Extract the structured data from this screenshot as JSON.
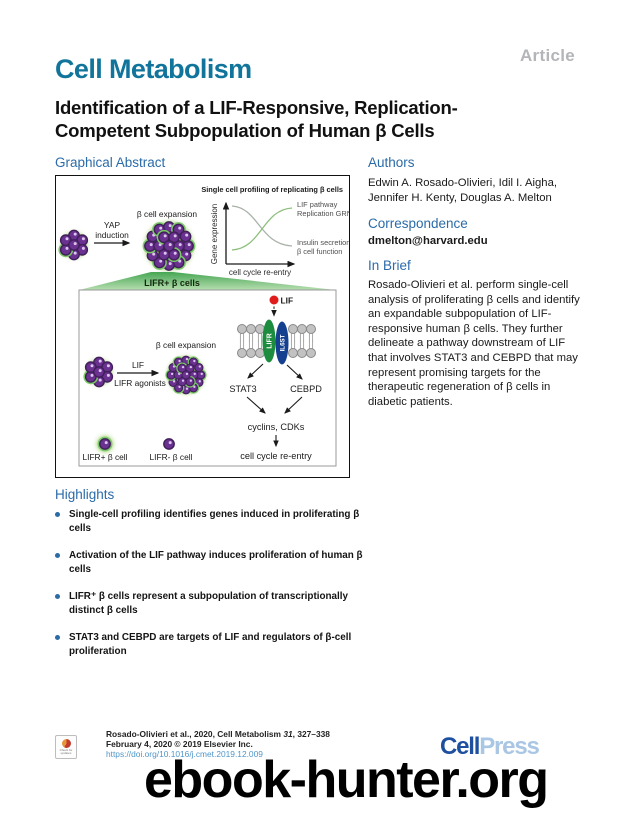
{
  "page": {
    "article_label": "Article",
    "journal": "Cell Metabolism",
    "title1": "Identification of a LIF-Responsive, Replication-",
    "title2": "Competent Subpopulation of Human β Cells"
  },
  "sections": {
    "graphical_abstract": "Graphical Abstract",
    "authors": "Authors",
    "correspondence": "Correspondence",
    "in_brief": "In Brief",
    "highlights": "Highlights"
  },
  "authors": [
    "Edwin A. Rosado-Olivieri, Idil I. Aigha,",
    "Jennifer H. Kenty, Douglas A. Melton"
  ],
  "correspondence": {
    "email": "dmelton@harvard.edu"
  },
  "in_brief": "Rosado-Olivieri et al. perform single-cell analysis of proliferating β cells and identify an expandable subpopulation of LIF-responsive human β cells. They further delineate a pathway downstream of LIF that involves STAT3 and CEBPD that may represent promising targets for the therapeutic regeneration of β cells in diabetic patients.",
  "highlights": [
    "Single-cell profiling identifies genes induced in proliferating β cells",
    "Activation of the LIF pathway induces proliferation of human β cells",
    "LIFR⁺ β cells represent a subpopulation of transcriptionally distinct β cells",
    "STAT3 and CEBPD are targets of LIF and regulators of β-cell proliferation"
  ],
  "ga": {
    "plot": {
      "title": "Single cell profiling of replicating β cells",
      "ylabel": "Gene expression",
      "xlabel": "cell cycle re-entry",
      "up1": "LIF pathway",
      "up2": "Replication GRNs",
      "down1": "Insulin secretion",
      "down2": "β cell function"
    },
    "yap1": "YAP",
    "yap2": "induction",
    "expansion_top": "β cell expansion",
    "banner": "LIFR+ β cells",
    "lif": "LIF",
    "receptor1": "LIFR",
    "receptor2": "IL6ST",
    "stat3": "STAT3",
    "cebpd": "CEBPD",
    "cyclins": "cyclins, CDKs",
    "reentry": "cell cycle re-entry",
    "lif2": "LIF",
    "agonists": "LIFR agonists",
    "expansion_inner": "β cell expansion",
    "legend_pos": "LIFR+ β cell",
    "legend_neg": "LIFR- β cell"
  },
  "footer": {
    "citation_pre": "Rosado-Olivieri et al., 2020, Cell Metabolism ",
    "citation_vol": "31",
    "citation_pages": ", 327–338",
    "date_line": "February 4, 2020 © 2019 Elsevier Inc.",
    "doi": "https://doi.org/10.1016/j.cmet.2019.12.009",
    "logo_cell": "Cell",
    "logo_press": "Press",
    "badge1": "Check for",
    "badge2": "updates"
  },
  "watermark": "ebook-hunter.org",
  "colors": {
    "journal_blue": "#11749b",
    "heading_blue": "#2b6ba8",
    "link_blue": "#4f96c8",
    "cellpress_dark": "#1e509f",
    "cellpress_light": "#a9c6e4",
    "cell_purple": "#6b3190",
    "lifr_green": "#7cc96a",
    "receptor_green": "#1e8c3f",
    "receptor_blue": "#15408f",
    "lif_red": "#e01b1b",
    "article_gray": "#b3b5b8"
  }
}
